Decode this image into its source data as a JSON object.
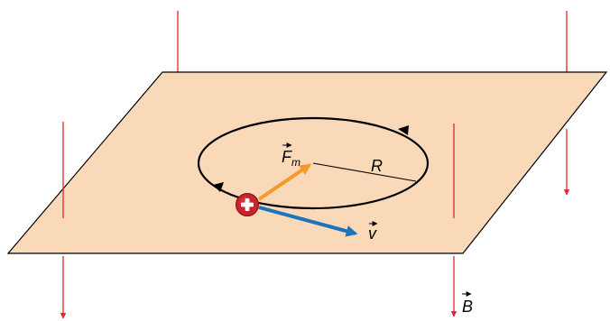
{
  "labels": {
    "force": "F",
    "force_sub": "m",
    "radius": "R",
    "velocity": "v",
    "field": "B",
    "charge_sign": "+"
  },
  "colors": {
    "plane_fill": "#F9D9B8",
    "plane_stroke": "#000000",
    "field_line": "#E0262A",
    "force_vector": "#F39A2A",
    "velocity_vector": "#1E73BE",
    "orbit": "#000000",
    "charge_fill": "#C8242B",
    "charge_sign": "#FFFFFF"
  },
  "icons": {
    "charge": "positive-charge-icon",
    "vector_arrow": "vector-arrow-icon"
  }
}
